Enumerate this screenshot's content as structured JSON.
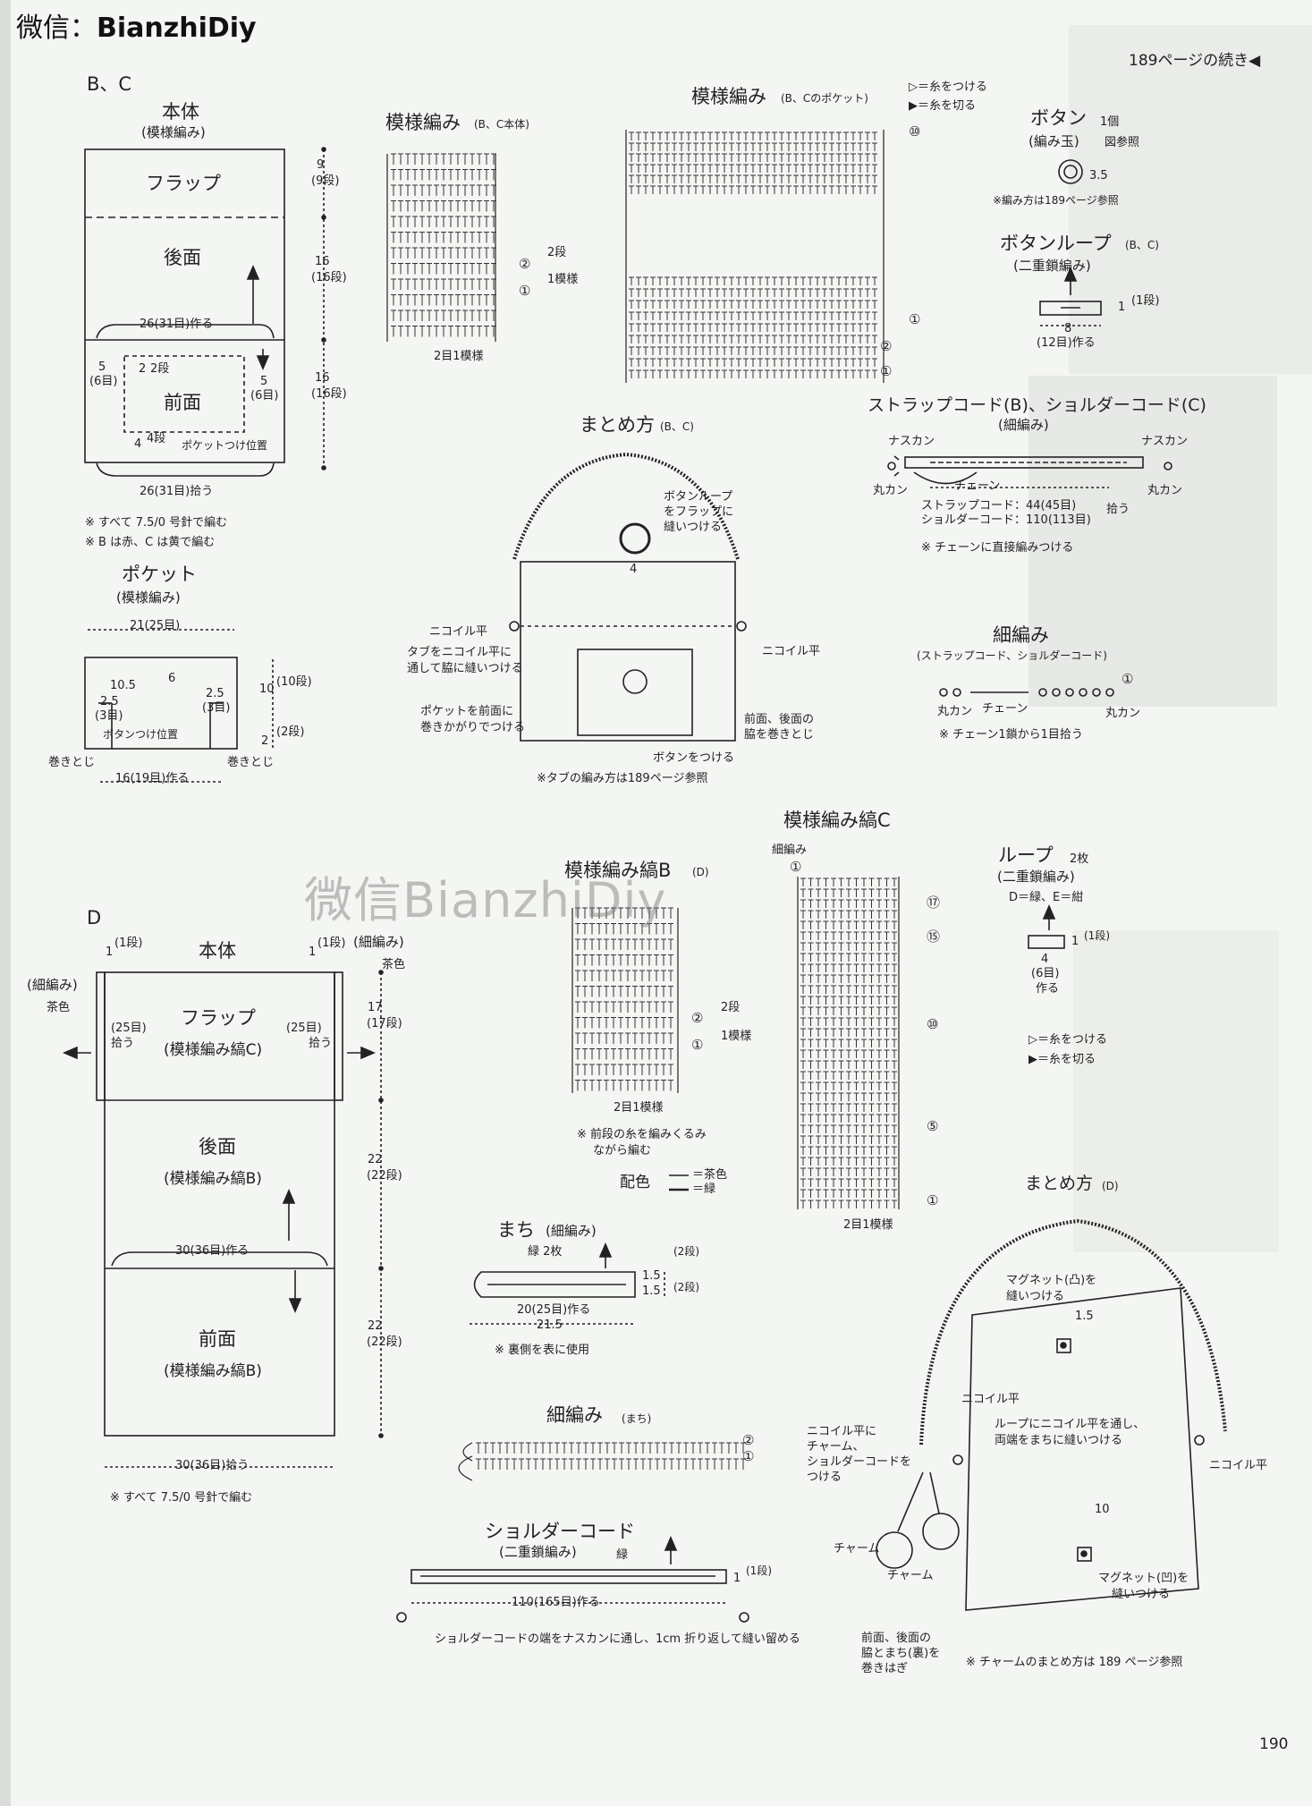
{
  "watermark": {
    "prefix": "微信：",
    "name": "BianzhiDiy",
    "center": "微信BianzhiDiy"
  },
  "continued": "189ページの続き◀",
  "page_number": "190",
  "bc": {
    "label": "B、C",
    "body_title": "本体",
    "body_sub": "(模様編み)",
    "flap": "フラップ",
    "back": "後面",
    "front": "前面",
    "make": "26(31目)作る",
    "pick": "26(31目)拾う",
    "side5l": "5",
    "side6l": "(6目)",
    "side5r": "5",
    "side6r": "(6目)",
    "two": "2",
    "two_dan": "2段",
    "four": "4",
    "four_dan": "4段",
    "pocket_pos": "ポケットつけ位置",
    "h9": "9",
    "h9d": "(9段)",
    "h16a": "16",
    "h16ad": "(16段)",
    "h16b": "16",
    "h16bd": "(16段)",
    "note1": "※ すべて 7.5/0 号針で編む",
    "note2": "※ B は赤、C は黄で編む"
  },
  "pocket": {
    "title": "ポケット",
    "sub": "(模様編み)",
    "w": "21(25目)",
    "make": "16(19目)作る",
    "a": "10.5",
    "b": "6",
    "c": "2.5",
    "d": "(3目)",
    "e": "2.5",
    "f": "(3目)",
    "btn": "ボタンつけ位置",
    "maki_l": "巻きとじ",
    "maki_r": "巻きとじ",
    "h10": "10",
    "h10d": "(10段)",
    "h2": "2",
    "h2d": "(2段)"
  },
  "pattern_bc": {
    "title": "模様編み",
    "sub": "(B、C本体)",
    "rep": "2目1模様",
    "r2": "②",
    "r1": "①",
    "dan2": "2段",
    "rep1": "1模様"
  },
  "pattern_pocket": {
    "title": "模様編み",
    "sub": "(B、Cのポケット)",
    "r10": "⑩",
    "r1a": "①",
    "r2": "②",
    "r1b": "①"
  },
  "legend": {
    "attach": "▷＝糸をつける",
    "cut": "▶＝糸を切る"
  },
  "button": {
    "title": "ボタン",
    "count": "1個",
    "sub": "(編み玉)",
    "ref": "図参照",
    "size": "3.5",
    "note": "※編み方は189ページ参照"
  },
  "button_loop": {
    "title": "ボタンループ",
    "which": "(B、C)",
    "sub": "(二重鎖編み)",
    "len": "8",
    "len_st": "(12目)作る",
    "h": "1",
    "hd": "(1段)"
  },
  "strap": {
    "title": "ストラップコード(B)、ショルダーコード(C)",
    "sub": "(細編み)",
    "nasukan_l": "ナスカン",
    "nasukan_r": "ナスカン",
    "chain": "チェーン",
    "marukan_l": "丸カン",
    "marukan_r": "丸カン",
    "strap_len": "ストラップコード：44(45目)",
    "shoulder_len": "ショルダーコード：110(113目)",
    "pick": "拾う",
    "note": "※ チェーンに直接編みつける"
  },
  "sc": {
    "title": "細編み",
    "sub": "(ストラップコード、ショルダーコード)",
    "marukan": "丸カン",
    "chain": "チェーン",
    "marukan2": "丸カン",
    "r1": "①",
    "note": "※ チェーン1鎖から1目拾う"
  },
  "assembly_bc": {
    "title": "まとめ方",
    "which": "(B、C)",
    "loop_note": "ボタンループをフラップに縫いつける",
    "four": "4",
    "nikoiru_l": "ニコイル平",
    "tab_note1": "タブをニコイル平に",
    "tab_note2": "通して脇に縫いつける",
    "nikoiru_r": "ニコイル平",
    "pocket_note1": "ポケットを前面に",
    "pocket_note2": "巻きかがりでつける",
    "side_note1": "前面、後面の",
    "side_note2": "脇を巻きとじ",
    "btn_note": "ボタンをつける",
    "ref": "※タブの編み方は189ページ参照"
  },
  "d": {
    "label": "D",
    "body": "本体",
    "sc_l": "(細編み)",
    "brown_l": "茶色",
    "sc_r": "(細編み)",
    "brown_r": "茶色",
    "one_l": "1",
    "one_ld": "(1段)",
    "one_r": "1",
    "one_rd": "(1段)",
    "pick25l": "(25目)",
    "pick25l2": "拾う",
    "pick25r": "(25目)",
    "pick25r2": "拾う",
    "flap": "フラップ",
    "flap_sub": "(模様編み縞C)",
    "back": "後面",
    "back_sub": "(模様編み縞B)",
    "front": "前面",
    "front_sub": "(模様編み縞B)",
    "make": "30(36目)作る",
    "pick": "30(36目)拾う",
    "h17": "17",
    "h17d": "(17段)",
    "h22a": "22",
    "h22ad": "(22段)",
    "h22b": "22",
    "h22bd": "(22段)",
    "note": "※ すべて 7.5/0 号針で編む"
  },
  "stripe_b": {
    "title": "模様編み縞B",
    "which": "(D)",
    "rep": "2目1模様",
    "r2": "②",
    "r1": "①",
    "dan2": "2段",
    "rep1": "1模様",
    "note1": "※ 前段の糸を編みくるみ",
    "note2": "ながら編む",
    "color_title": "配色",
    "color1": "＝茶色",
    "color2": "＝緑"
  },
  "stripe_c": {
    "title": "模様編み縞C",
    "sc": "細編み",
    "rep": "2目1模様",
    "rows": [
      "⑰",
      "⑮",
      "⑩",
      "⑤",
      "①"
    ],
    "r1": "①"
  },
  "gusset": {
    "title": "まち",
    "sub": "(細編み)",
    "count": "緑 2枚",
    "make": "20(25目)作る",
    "w": "21.5",
    "h1": "1.5",
    "h1d": "(2段)",
    "h2": "1.5",
    "h2d": "(2段)",
    "note": "※ 裏側を表に使用"
  },
  "gusset_sc": {
    "title": "細編み",
    "which": "(まち)",
    "r2": "②",
    "r1": "①"
  },
  "shoulder_d": {
    "title": "ショルダーコード",
    "sub": "(二重鎖編み)",
    "color": "緑",
    "make": "110(165目)作る",
    "h": "1",
    "hd": "(1段)",
    "note": "ショルダーコードの端をナスカンに通し、1cm 折り返して縫い留める"
  },
  "loop_d": {
    "title": "ループ",
    "count": "2枚",
    "sub": "(二重鎖編み)",
    "colors": "D＝緑、E＝紺",
    "len": "4",
    "len_st": "(6目)",
    "len_make": "作る",
    "h": "1",
    "hd": "(1段)"
  },
  "legend2": {
    "attach": "▷＝糸をつける",
    "cut": "▶＝糸を切る"
  },
  "assembly_d": {
    "title": "まとめ方",
    "which": "(D)",
    "magnet_top1": "マグネット(凸)を",
    "magnet_top2": "縫いつける",
    "dim15": "1.5",
    "nikoiru_top": "ニコイル平",
    "loop_note1": "ループにニコイル平を通し、",
    "loop_note2": "両端をまちに縫いつける",
    "charm_note1": "ニコイル平に",
    "charm_note2": "チャーム、",
    "charm_note3": "ショルダーコードを",
    "charm_note4": "つける",
    "nikoiru_r": "ニコイル平",
    "dim10": "10",
    "charm1": "チャーム",
    "charm2": "チャーム",
    "magnet_bot1": "マグネット(凹)を",
    "magnet_bot2": "縫いつける",
    "side1": "前面、後面の",
    "side2": "脇とまち(裏)を",
    "side3": "巻きはぎ",
    "ref": "※ チャームのまとめ方は 189 ページ参照"
  }
}
